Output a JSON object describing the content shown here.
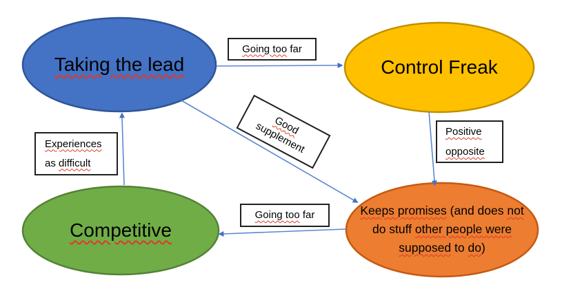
{
  "colors": {
    "canvas_bg": "#FFFFFF",
    "connector": "#5B87D1",
    "arrowhead": "#4472C4",
    "squiggle": "#DC3A28",
    "label_box_bg": "#FFFFFF",
    "label_box_border": "#1F1F1F",
    "text": "#000000"
  },
  "nodes": {
    "taking_the_lead": {
      "label": "Taking the lead",
      "fill": "#4472C4",
      "border": "#2F5597",
      "misspelled": true
    },
    "control_freak": {
      "label": "Control Freak",
      "fill": "#FFC000",
      "border": "#BF8F00",
      "misspelled": false
    },
    "competitive": {
      "label": "Competitive",
      "fill": "#70AD47",
      "border": "#548235",
      "misspelled": true
    },
    "keeps_promises": {
      "label": "Keeps promises (and does not do stuff other people were supposed to do)",
      "fill": "#ED7D31",
      "border": "#C55A11",
      "line1": {
        "sq1": "Keeps promises",
        "plain1": " (and does ",
        "sq2": "not"
      },
      "line2": {
        "plain1": "do stuff ",
        "sq1": "other people were"
      },
      "line3": {
        "sq1": "supposed",
        "plain1": " to ",
        "sq2": "do",
        "plain2": ")"
      }
    }
  },
  "edges": {
    "lead_to_control": {
      "from": "Taking the lead",
      "to": "Control Freak",
      "label": "Going too far",
      "label_sq": "Going too",
      "label_rest": " far"
    },
    "lead_to_keeps": {
      "from": "Taking the lead",
      "to": "Keeps promises",
      "label": "Good supplement",
      "label_line1": "Good",
      "label_line2": "supplement"
    },
    "control_to_keeps": {
      "from": "Control Freak",
      "to": "Keeps promises",
      "label": "Positive opposite",
      "label_line1": "Positive",
      "label_line2": "opposite"
    },
    "keeps_to_competitive": {
      "from": "Keeps promises",
      "to": "Competitive",
      "label": "Going too far",
      "label_sq": "Going too",
      "label_rest": " far"
    },
    "competitive_to_lead": {
      "from": "Competitive",
      "to": "Taking the lead",
      "label": "Experiences as difficult",
      "label_line1": "Experiences",
      "label_line2_plain": "as ",
      "label_line2_sq": "difficult"
    }
  }
}
